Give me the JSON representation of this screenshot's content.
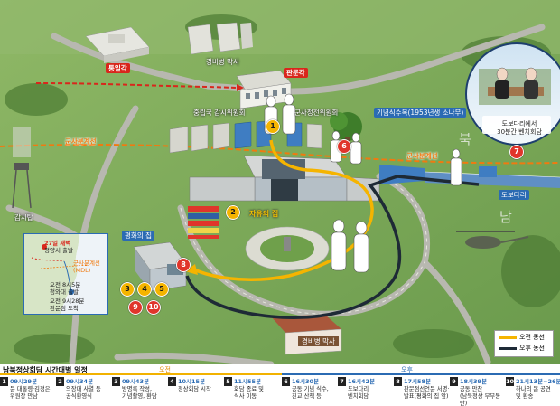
{
  "map_labels": {
    "tongilgak": "통일각",
    "guard_barracks_north": "경비병 막사",
    "panmungak": "판문각",
    "nnsc": "중립국 감시위원회",
    "mac": "군사정전위원회",
    "memorial_tree": "기념식수목(1953년생 소나무)",
    "mdl_left": "군사분계선",
    "mdl_right": "군사분계선",
    "freedom_house": "자유의 집",
    "peace_house": "평화의 집",
    "guard_post": "감시탑",
    "dobo_bridge": "도보다리",
    "guard_barracks_south": "경비병 막사",
    "south_mark": "남",
    "north_mark": "북",
    "bubble": "도보다리에서\n30분간 벤치회담"
  },
  "inset": {
    "dep_time": "27일 새벽",
    "dep_place": "평양서 출발",
    "mdl": "군사분계선\n(MDL)",
    "leave": "오전 8시5분\n청와대 출발",
    "arrive": "오전 9시28분\n판문점 도착"
  },
  "legend": {
    "am": "오전 동선",
    "pm": "오후 동선",
    "am_color": "#f5b400",
    "pm_color": "#1e2a36"
  },
  "map_pins": [
    "1",
    "2",
    "3",
    "4",
    "5",
    "6",
    "7",
    "8",
    "9",
    "10"
  ],
  "timeline": {
    "title": "남북정상회담 시간대별 일정",
    "am": "오전",
    "pm": "오후",
    "events": [
      {
        "num": "1",
        "time": "09시29분",
        "desc": "문 대통령·김정은\n위원장 만남"
      },
      {
        "num": "2",
        "time": "09시34분",
        "desc": "의장대 사열 등\n공식환영식"
      },
      {
        "num": "3",
        "time": "09시43분",
        "desc": "방명록 작성,\n기념촬영, 환담"
      },
      {
        "num": "4",
        "time": "10시15분",
        "desc": "정상회담 시작"
      },
      {
        "num": "5",
        "time": "11시55분",
        "desc": "회담 종료 및\n식사 이동"
      },
      {
        "num": "6",
        "time": "16시30분",
        "desc": "공동 기념 식수,\n친교 산책 등"
      },
      {
        "num": "7",
        "time": "16시42분",
        "desc": "도보다리\n벤치회담"
      },
      {
        "num": "8",
        "time": "17시58분",
        "desc": "판문점선언문 서명·\n발표(평화의 집 앞)"
      },
      {
        "num": "9",
        "time": "18시39분",
        "desc": "공동 만찬\n(남북정상 부부동반)"
      },
      {
        "num": "10",
        "time": "21시13분~26분",
        "desc": "하나의 봄 공연\n및 환송"
      }
    ]
  },
  "colors": {
    "accent_red": "#d9261c",
    "accent_blue": "#2b6bb3",
    "mdl_orange": "#f07a10",
    "grass": "#7ea85a"
  }
}
